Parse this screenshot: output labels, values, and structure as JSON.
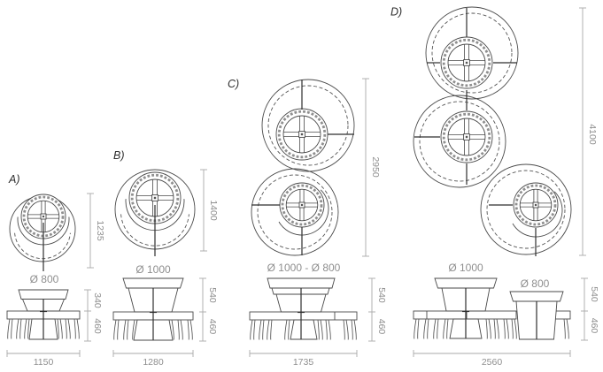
{
  "colors": {
    "line": "#4a4a4a",
    "dimension_gray": "#8f8f8f",
    "planter_ring_gray": "#b5b5b5",
    "background": "#ffffff"
  },
  "variants": [
    {
      "label": "A)",
      "plan_length": "1235",
      "plan_diameters": "Ø 800",
      "pot_height_above_bench": "340",
      "bench_height": "460",
      "overall_width": "1150"
    },
    {
      "label": "B)",
      "plan_length": "1400",
      "plan_diameters": "Ø 1000",
      "pot_height_above_bench": "540",
      "bench_height": "460",
      "overall_width": "1280"
    },
    {
      "label": "C)",
      "plan_length": "2950",
      "plan_diameters": "Ø 1000 - Ø 800",
      "pot_height_above_bench": "540",
      "bench_height": "460",
      "overall_width": "1735"
    },
    {
      "label": "D)",
      "plan_length": "4100",
      "diameter_large": "Ø 1000",
      "diameter_small": "Ø 800",
      "pot_height_above_bench": "540",
      "bench_height": "460",
      "overall_width": "2560"
    }
  ]
}
